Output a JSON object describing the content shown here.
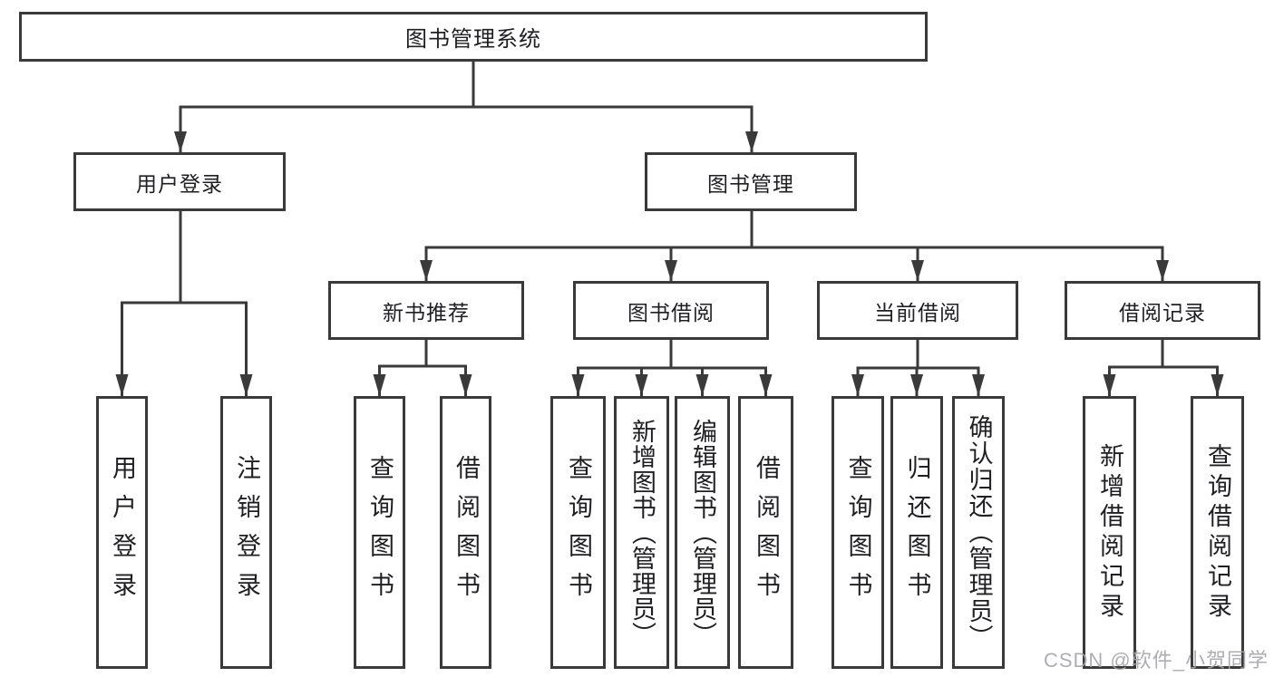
{
  "diagram": {
    "title": "图书管理系统",
    "tree": {
      "label": "图书管理系统",
      "children": [
        {
          "label": "用户登录",
          "children": [
            {
              "label": "用户登录"
            },
            {
              "label": "注销登录"
            }
          ]
        },
        {
          "label": "图书管理",
          "children": [
            {
              "label": "新书推荐",
              "children": [
                {
                  "label": "查询图书"
                },
                {
                  "label": "借阅图书"
                }
              ]
            },
            {
              "label": "图书借阅",
              "children": [
                {
                  "label": "查询图书"
                },
                {
                  "label": "新增图书（管理员）"
                },
                {
                  "label": "编辑图书（管理员）"
                },
                {
                  "label": "借阅图书"
                }
              ]
            },
            {
              "label": "当前借阅",
              "children": [
                {
                  "label": "查询图书"
                },
                {
                  "label": "归还图书"
                },
                {
                  "label": "确认归还（管理员）"
                }
              ]
            },
            {
              "label": "借阅记录",
              "children": [
                {
                  "label": "新增借阅记录"
                },
                {
                  "label": "查询借阅记录"
                }
              ]
            }
          ]
        }
      ]
    }
  },
  "watermark": {
    "text": "CSDN @软件_小贺同学"
  },
  "colors": {
    "line": "#3a3a3a",
    "box_border": "#3a3a3a",
    "text": "#1f1f23",
    "watermark_text": "#a5a5aa",
    "background": "#ffffff"
  }
}
